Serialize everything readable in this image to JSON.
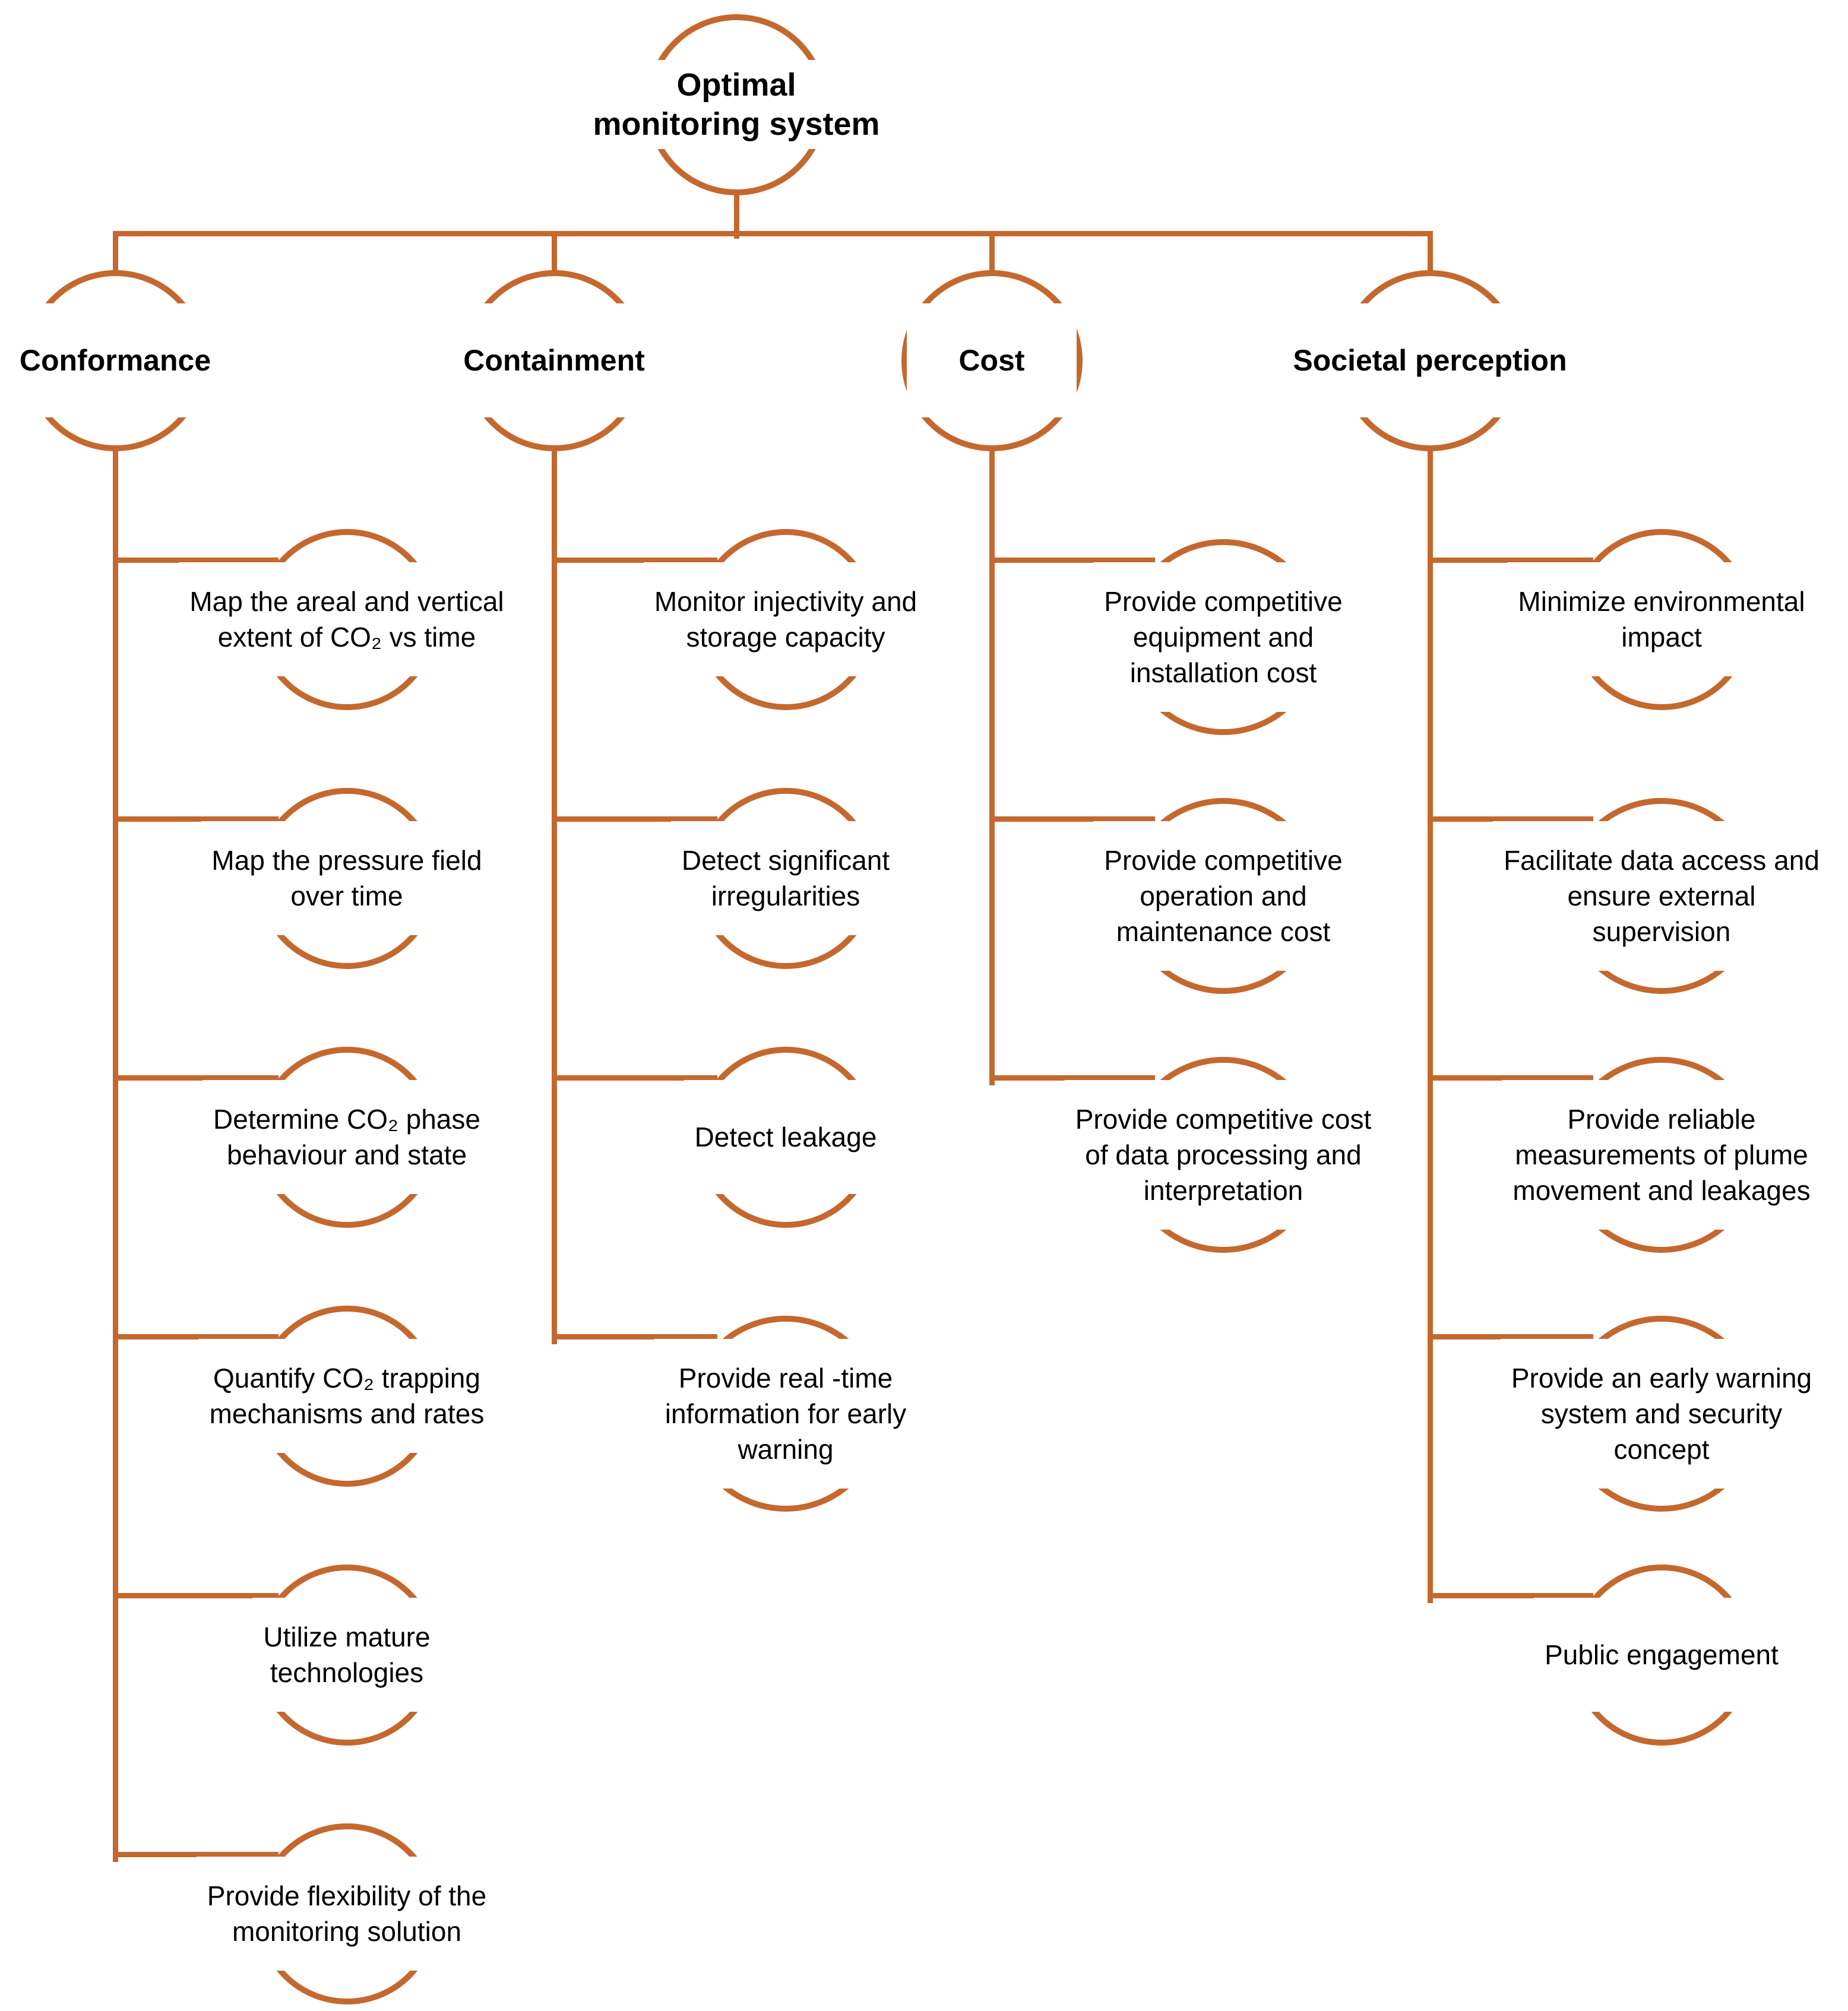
{
  "colors": {
    "accent": "#C4682E",
    "text": "#000000",
    "background": "#FFFFFF"
  },
  "root": {
    "label": "Optimal monitoring system",
    "lines": [
      "Optimal",
      "monitoring system"
    ]
  },
  "branches": [
    {
      "label": "Conformance",
      "children": [
        {
          "lines": [
            "Map the areal and vertical",
            "extent of CO₂ vs time"
          ]
        },
        {
          "lines": [
            "Map the pressure field",
            "over time"
          ]
        },
        {
          "lines": [
            "Determine CO₂ phase",
            "behaviour and state"
          ]
        },
        {
          "lines": [
            "Quantify CO₂ trapping",
            "mechanisms and rates"
          ]
        },
        {
          "lines": [
            "Utilize mature",
            "technologies"
          ]
        },
        {
          "lines": [
            "Provide flexibility of the",
            "monitoring solution"
          ]
        }
      ]
    },
    {
      "label": "Containment",
      "children": [
        {
          "lines": [
            "Monitor injectivity and",
            "storage capacity"
          ]
        },
        {
          "lines": [
            "Detect significant",
            "irregularities"
          ]
        },
        {
          "lines": [
            "Detect leakage"
          ]
        },
        {
          "lines": [
            "Provide real -time",
            "information for early",
            "warning"
          ]
        }
      ]
    },
    {
      "label": "Cost",
      "children": [
        {
          "lines": [
            "Provide competitive",
            "equipment and",
            "installation cost"
          ]
        },
        {
          "lines": [
            "Provide competitive",
            "operation and",
            "maintenance cost"
          ]
        },
        {
          "lines": [
            "Provide competitive cost",
            "of data processing and",
            "interpretation"
          ]
        }
      ]
    },
    {
      "label": "Societal perception",
      "children": [
        {
          "lines": [
            "Minimize environmental",
            "impact"
          ]
        },
        {
          "lines": [
            "Facilitate data access and",
            "ensure external",
            "supervision"
          ]
        },
        {
          "lines": [
            "Provide reliable",
            "measurements of plume",
            "movement and leakages"
          ]
        },
        {
          "lines": [
            "Provide an early warning",
            "system and security",
            "concept"
          ]
        },
        {
          "lines": [
            "Public engagement"
          ]
        }
      ]
    }
  ]
}
